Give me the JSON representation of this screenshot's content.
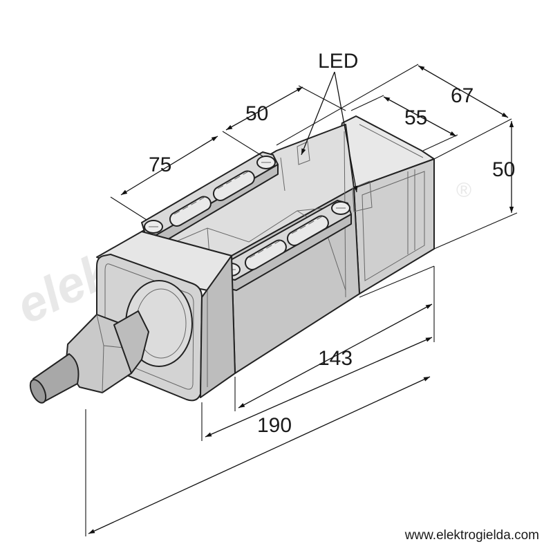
{
  "labels": {
    "led": "LED",
    "dim_75": "75",
    "dim_50_top": "50",
    "dim_67": "67",
    "dim_55": "55",
    "dim_50_height": "50",
    "dim_143": "143",
    "dim_190": "190"
  },
  "watermark": {
    "text": "elektrogielda",
    "registered": "®"
  },
  "footer": {
    "url": "www.elektrogielda.com"
  },
  "colors": {
    "body_light": "#e4e4e4",
    "body_mid": "#cfcfcf",
    "body_dark": "#b9b9b9",
    "line": "#222222"
  }
}
